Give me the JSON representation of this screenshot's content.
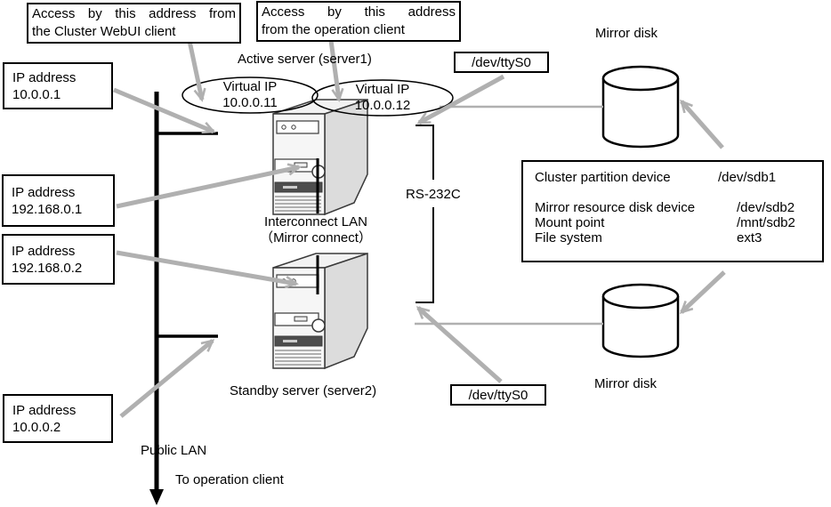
{
  "diagram": {
    "callouts": {
      "webui": {
        "line1": "Access by this address from",
        "line2": "the Cluster WebUI client"
      },
      "operation": {
        "line1": "Access by this address",
        "line2": "from the operation client"
      }
    },
    "servers": {
      "active_label": "Active server (server1)",
      "standby_label": "Standby server (server2)",
      "virtual_ip_1": {
        "line1": "Virtual IP",
        "line2": "10.0.0.11"
      },
      "virtual_ip_2": {
        "line1": "Virtual IP",
        "line2": "10.0.0.12"
      }
    },
    "ip_boxes": [
      {
        "line1": "IP address",
        "line2": "10.0.0.1"
      },
      {
        "line1": "IP address",
        "line2": "192.168.0.1"
      },
      {
        "line1": "IP address",
        "line2": "192.168.0.2"
      },
      {
        "line1": "IP address",
        "line2": "10.0.0.2"
      }
    ],
    "serial": {
      "top_label": "/dev/ttyS0",
      "bottom_label": "/dev/ttyS0",
      "bus_label": "RS-232C"
    },
    "interconnect": {
      "line1": "Interconnect LAN",
      "line2": "（Mirror connect）"
    },
    "disks": {
      "top_label": "Mirror disk",
      "bottom_label": "Mirror disk"
    },
    "storage_info": {
      "rows": [
        {
          "label": "Cluster partition device",
          "value": "/dev/sdb1"
        },
        {
          "label": "Mirror resource disk device",
          "value": "/dev/sdb2"
        },
        {
          "label": "Mount point",
          "value": "/mnt/sdb2"
        },
        {
          "label": "File system",
          "value": "ext3"
        }
      ]
    },
    "network": {
      "public_lan_label": "Public LAN",
      "to_client_label": "To operation client"
    },
    "colors": {
      "arrow_gray": "#b0b0b0",
      "line_black": "#000000"
    }
  }
}
